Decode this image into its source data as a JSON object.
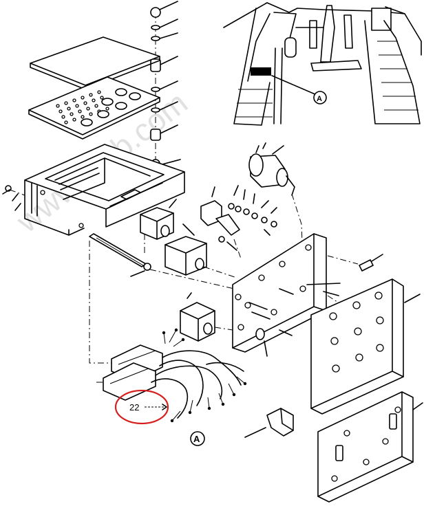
{
  "callout": {
    "number": "22",
    "color": "#d62020"
  },
  "detail_letter": "A",
  "watermark": "www.tpub.com"
}
